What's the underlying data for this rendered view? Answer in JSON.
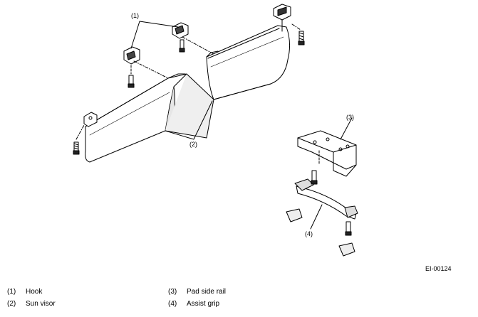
{
  "callouts": {
    "c1": "(1)",
    "c2": "(2)",
    "c3": "(3)",
    "c4": "(4)"
  },
  "figure_id": "EI-00124",
  "legend": [
    {
      "num": "(1)",
      "label": "Hook"
    },
    {
      "num": "(2)",
      "label": "Sun visor"
    },
    {
      "num": "(3)",
      "label": "Pad side rail"
    },
    {
      "num": "(4)",
      "label": "Assist grip"
    }
  ],
  "colors": {
    "line": "#000000",
    "fill": "#ffffff",
    "shade": "#d9d9d9"
  }
}
